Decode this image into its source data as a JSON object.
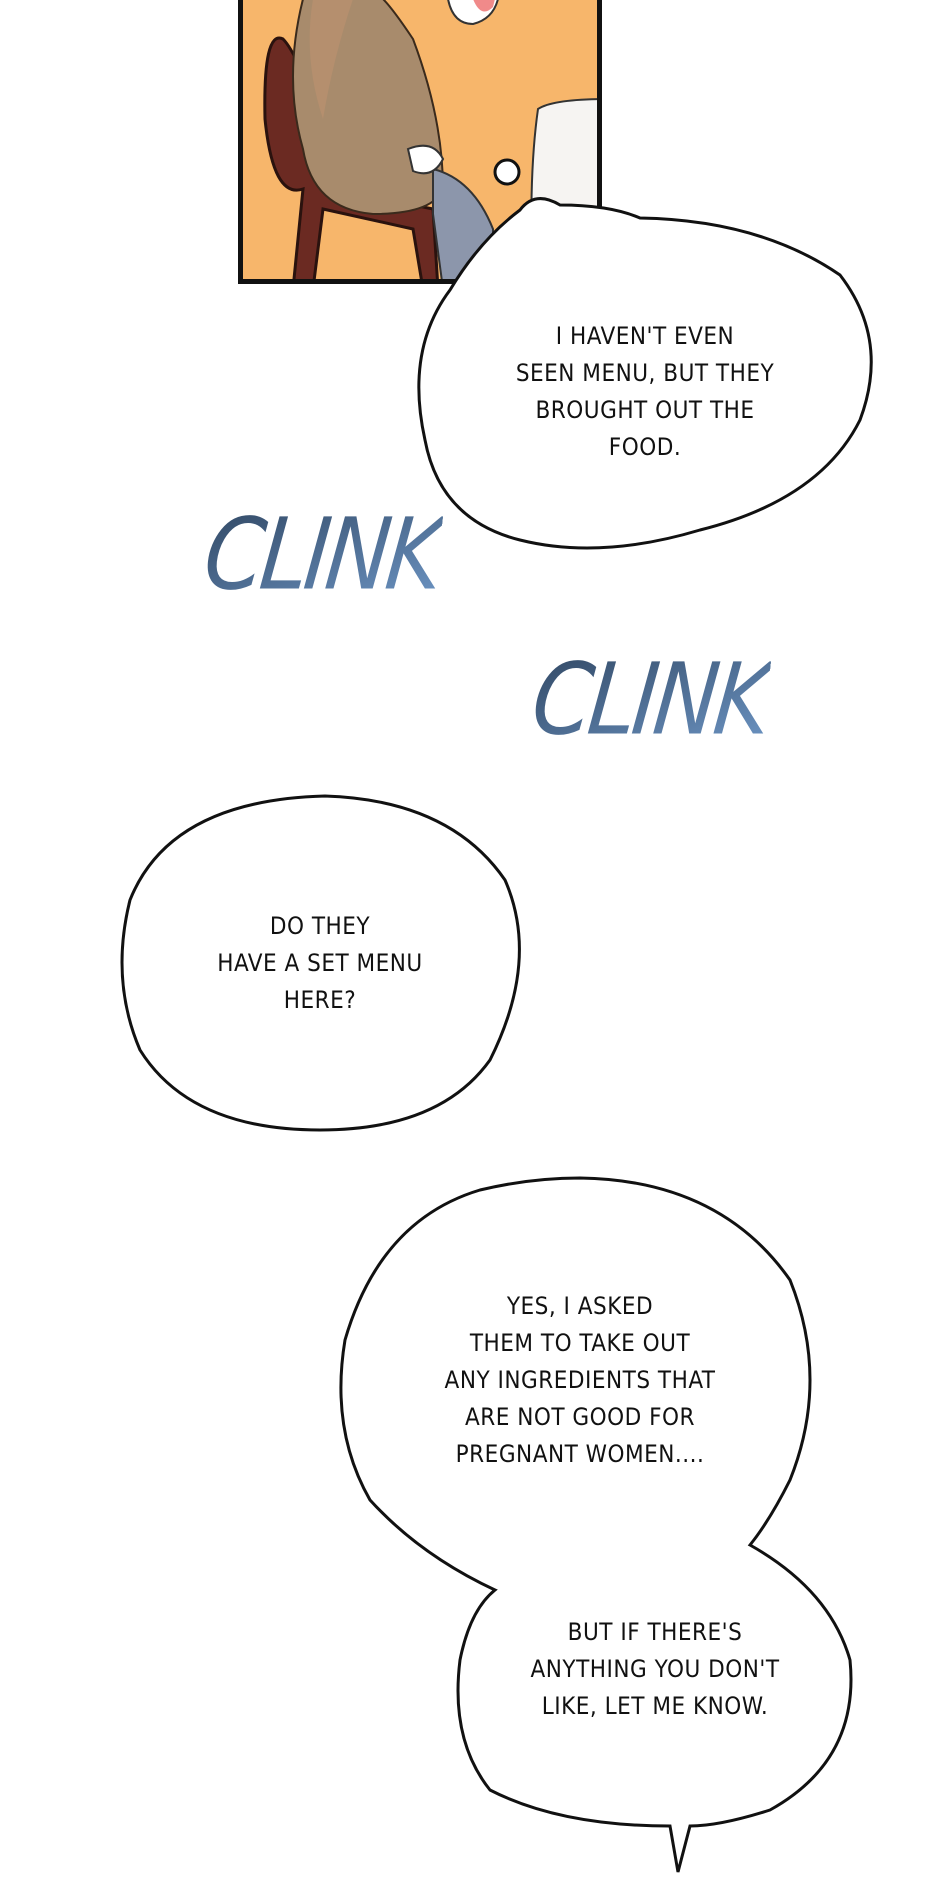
{
  "panel": {
    "scene": "woman-seated-at-table"
  },
  "bubbles": [
    {
      "lines": [
        "I haven't even",
        "seen menu, but they",
        "brought out the",
        "food."
      ]
    },
    {
      "lines": [
        "Do they",
        "have a set menu",
        "here?"
      ]
    },
    {
      "lines": [
        "Yes, I asked",
        "them to take out",
        "any ingredients that",
        "are not good for",
        "pregnant women...."
      ]
    },
    {
      "lines": [
        "But if there's",
        "anything you don't",
        "like, let me know."
      ]
    }
  ],
  "sound_effects": [
    "CLINK",
    "CLINK"
  ],
  "colors": {
    "panel_bg": "#f7b66b",
    "sfx": "#4f72a0",
    "ink": "#111111"
  }
}
